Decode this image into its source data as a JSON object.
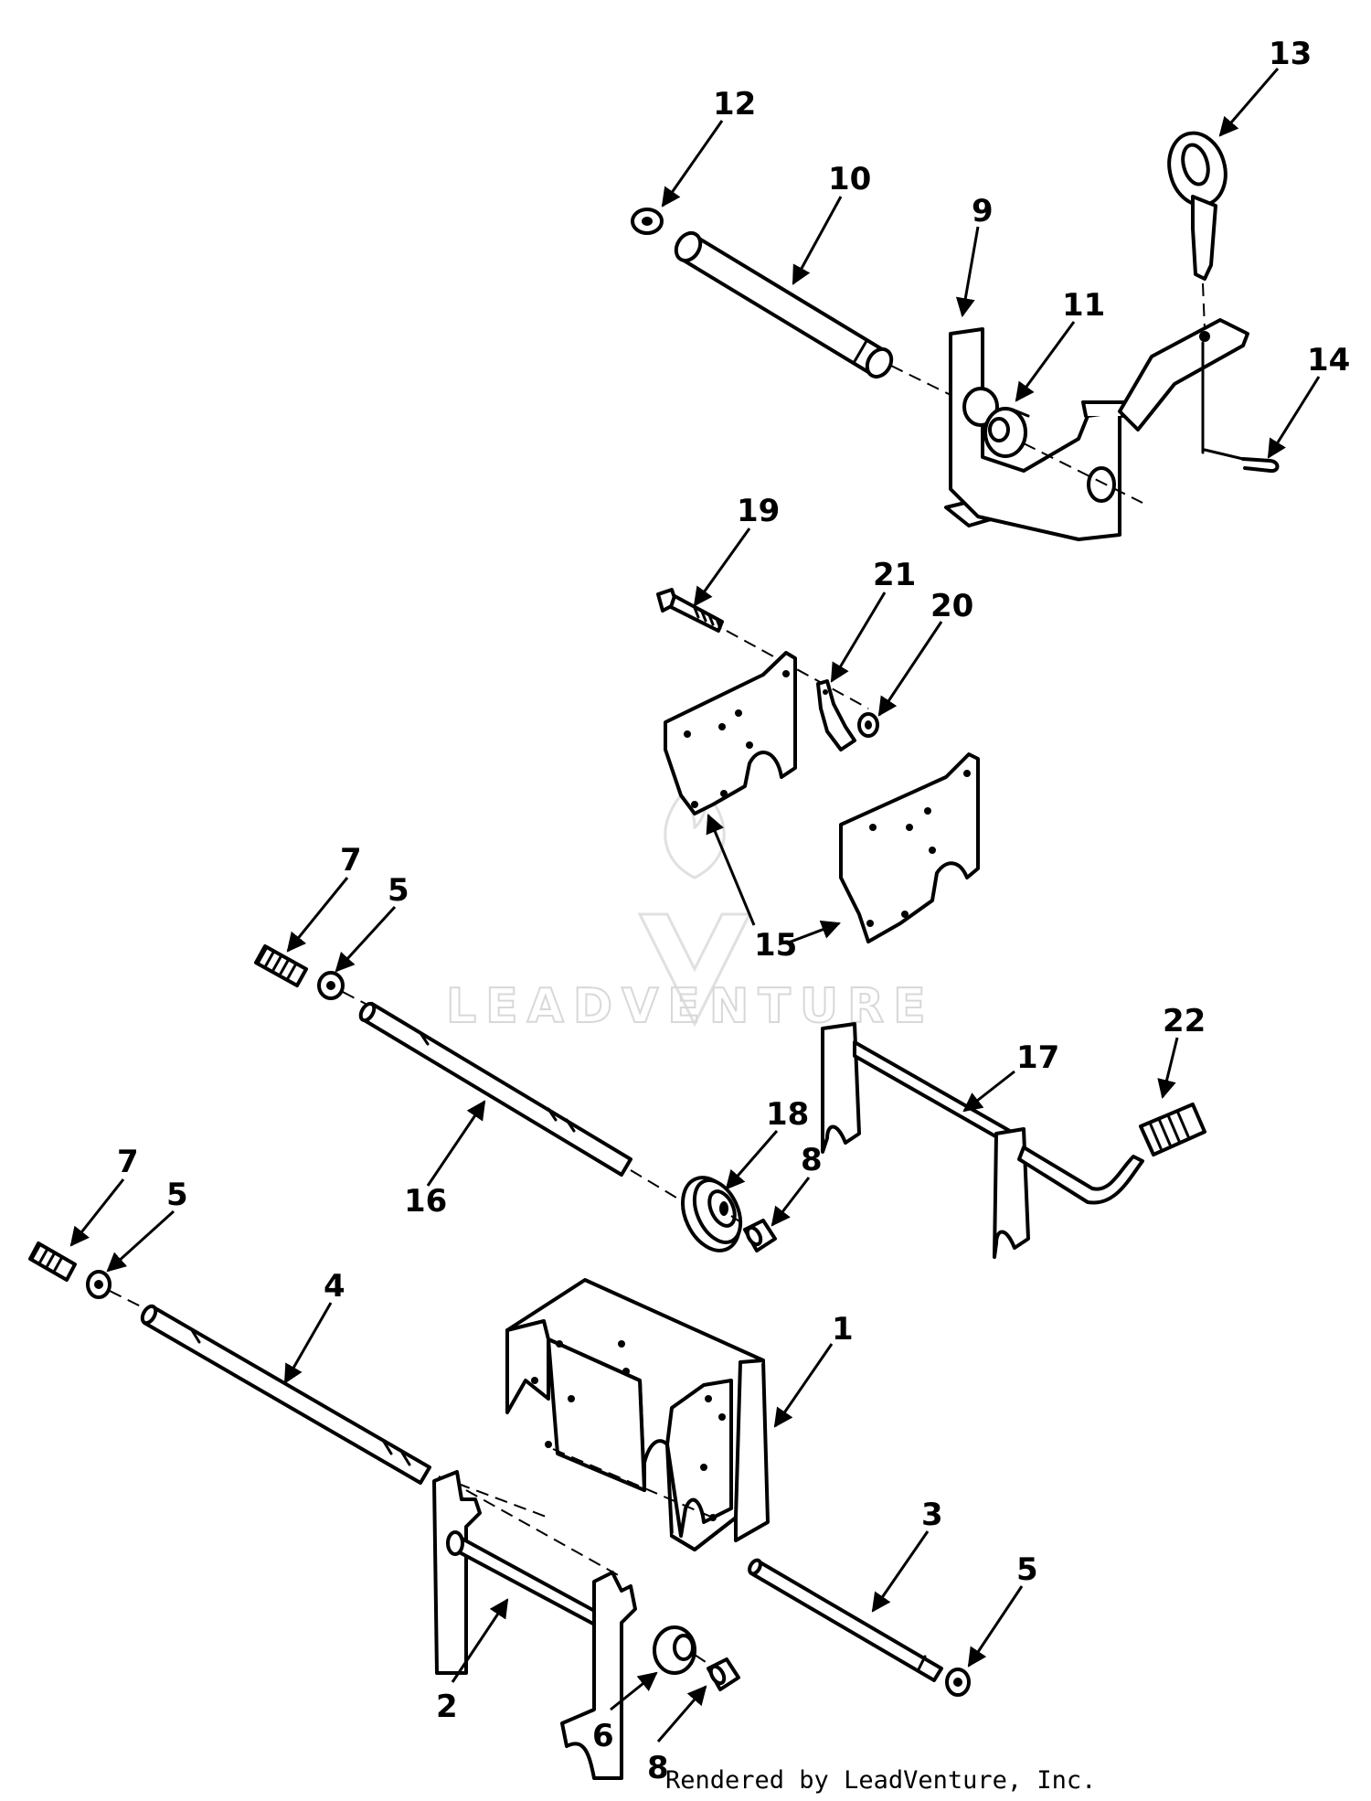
{
  "watermark": {
    "text": "LEADVENTURE"
  },
  "footer": {
    "text": "Rendered by LeadVenture, Inc."
  },
  "callouts": [
    {
      "id": "c13",
      "label": "13"
    },
    {
      "id": "c12",
      "label": "12"
    },
    {
      "id": "c10",
      "label": "10"
    },
    {
      "id": "c9",
      "label": "9"
    },
    {
      "id": "c11",
      "label": "11"
    },
    {
      "id": "c14",
      "label": "14"
    },
    {
      "id": "c19",
      "label": "19"
    },
    {
      "id": "c21",
      "label": "21"
    },
    {
      "id": "c20",
      "label": "20"
    },
    {
      "id": "c15",
      "label": "15"
    },
    {
      "id": "c7a",
      "label": "7"
    },
    {
      "id": "c5a",
      "label": "5"
    },
    {
      "id": "c22",
      "label": "22"
    },
    {
      "id": "c17",
      "label": "17"
    },
    {
      "id": "c18",
      "label": "18"
    },
    {
      "id": "c8a",
      "label": "8"
    },
    {
      "id": "c16",
      "label": "16"
    },
    {
      "id": "c7b",
      "label": "7"
    },
    {
      "id": "c5b",
      "label": "5"
    },
    {
      "id": "c4",
      "label": "4"
    },
    {
      "id": "c1",
      "label": "1"
    },
    {
      "id": "c3",
      "label": "3"
    },
    {
      "id": "c5c",
      "label": "5"
    },
    {
      "id": "c2",
      "label": "2"
    },
    {
      "id": "c6",
      "label": "6"
    },
    {
      "id": "c8b",
      "label": "8"
    }
  ]
}
